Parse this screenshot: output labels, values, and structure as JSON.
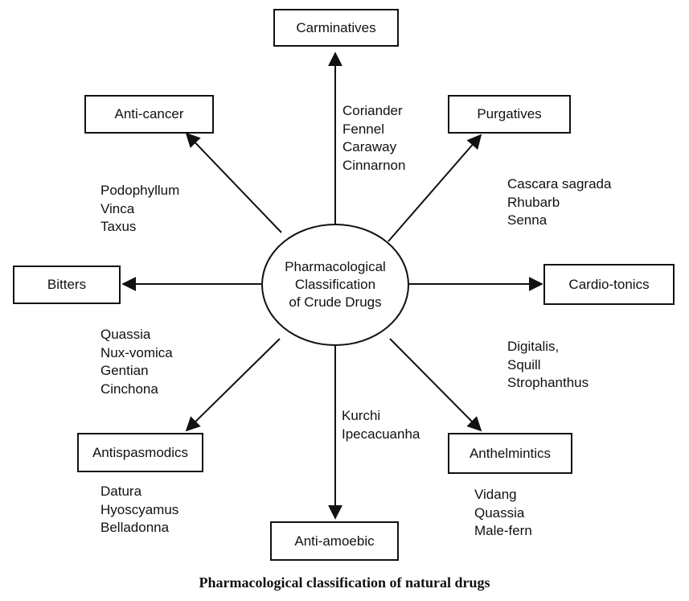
{
  "center": {
    "label": "Pharmacological\nClassification\nof Crude Drugs"
  },
  "categories": {
    "carminatives": "Carminatives",
    "purgatives": "Purgatives",
    "cardiotonics": "Cardio-tonics",
    "anthelmintics": "Anthelmintics",
    "antiamoebic": "Anti-amoebic",
    "antispasmodics": "Antispasmodics",
    "bitters": "Bitters",
    "anticancer": "Anti-cancer"
  },
  "examples": {
    "carminatives": [
      "Coriander",
      "Fennel",
      "Caraway",
      "Cinnarnon"
    ],
    "purgatives": [
      "Cascara sagrada",
      "Rhubarb",
      "Senna"
    ],
    "cardiotonics": [
      "Digitalis,",
      "Squill",
      "Strophanthus"
    ],
    "anthelmintics": [
      "Vidang",
      "Quassia",
      "Male-fern"
    ],
    "antiamoebic": [
      "Kurchi",
      "Ipecacuanha"
    ],
    "antispasmodics": [
      "Datura",
      "Hyoscyamus",
      "Belladonna"
    ],
    "bitters": [
      "Quassia",
      "Nux-vomica",
      "Gentian",
      "Cinchona"
    ],
    "anticancer": [
      "Podophyllum",
      "Vinca",
      "Taxus"
    ]
  },
  "caption": "Pharmacological classification of natural drugs"
}
